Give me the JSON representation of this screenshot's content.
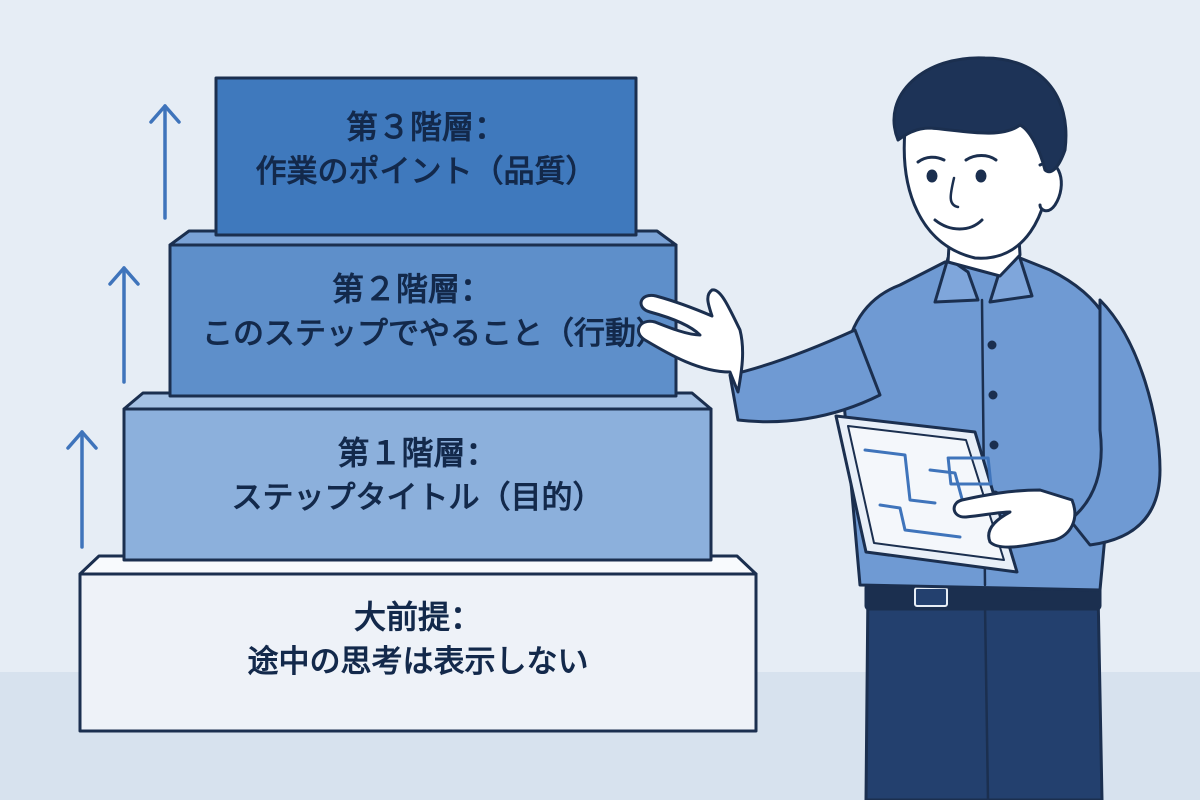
{
  "palette": {
    "background": "#e6edf5",
    "floor": "#d7e2ee",
    "outline": "#1b2f4f",
    "tier3": "#3f79bd",
    "tier2": "#5e8fca",
    "tier1": "#8cb0dc",
    "base": "#eef2f8",
    "arrow": "#3f74bb",
    "shirt": "#6f9ad3",
    "trousers": "#23406e",
    "hair": "#1d3357",
    "skin": "#ffffff"
  },
  "tiers": [
    {
      "id": "tier-3",
      "heading": "第３階層：",
      "body": "作業のポイント（品質）"
    },
    {
      "id": "tier-2",
      "heading": "第２階層：",
      "body": "このステップでやること（行動）"
    },
    {
      "id": "tier-1",
      "heading": "第１階層：",
      "body": "ステップタイトル（目的）"
    },
    {
      "id": "base",
      "heading": "大前提：",
      "body": "途中の思考は表示しない"
    }
  ],
  "icons": {
    "arrow": "arrow-up-icon",
    "tablet": "tablet-flowchart-icon"
  }
}
